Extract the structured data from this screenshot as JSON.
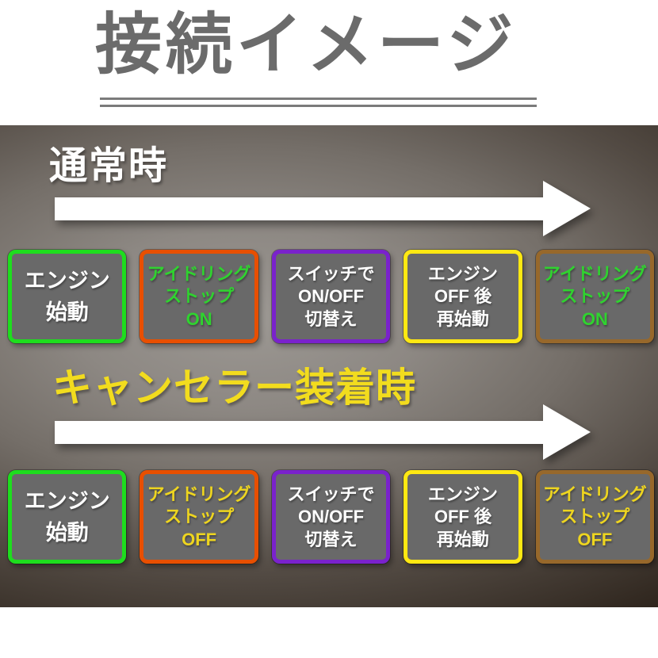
{
  "title": "接続イメージ",
  "sections": [
    {
      "heading": "通常時",
      "heading_color": "#ffffff",
      "boxes": [
        {
          "border": "#1edd1e",
          "text_color": "#ffffff",
          "lines": [
            "エンジン",
            "始動"
          ]
        },
        {
          "border": "#e84f00",
          "text_color": "#2fd32f",
          "lines": [
            "アイドリング",
            "ストップ",
            "ON"
          ]
        },
        {
          "border": "#7a22cc",
          "text_color": "#ffffff",
          "lines": [
            "スイッチで",
            "ON/OFF",
            "切替え"
          ]
        },
        {
          "border": "#ffe812",
          "text_color": "#ffffff",
          "lines": [
            "エンジン",
            "OFF 後",
            "再始動"
          ]
        },
        {
          "border": "#97682b",
          "text_color": "#2fd32f",
          "lines": [
            "アイドリング",
            "ストップ",
            "ON"
          ]
        }
      ]
    },
    {
      "heading": "キャンセラー装着時",
      "heading_color": "#f2dc1e",
      "boxes": [
        {
          "border": "#1edd1e",
          "text_color": "#ffffff",
          "lines": [
            "エンジン",
            "始動"
          ]
        },
        {
          "border": "#e84f00",
          "text_color": "#eed51f",
          "lines": [
            "アイドリング",
            "ストップ",
            "OFF"
          ]
        },
        {
          "border": "#7a22cc",
          "text_color": "#ffffff",
          "lines": [
            "スイッチで",
            "ON/OFF",
            "切替え"
          ]
        },
        {
          "border": "#ffe812",
          "text_color": "#ffffff",
          "lines": [
            "エンジン",
            "OFF 後",
            "再始動"
          ]
        },
        {
          "border": "#97682b",
          "text_color": "#eed51f",
          "lines": [
            "アイドリング",
            "ストップ",
            "OFF"
          ]
        }
      ]
    }
  ],
  "colors": {
    "title_gray": "#6b6b6b",
    "box_fill": "#696969",
    "arrow_white": "#ffffff"
  }
}
